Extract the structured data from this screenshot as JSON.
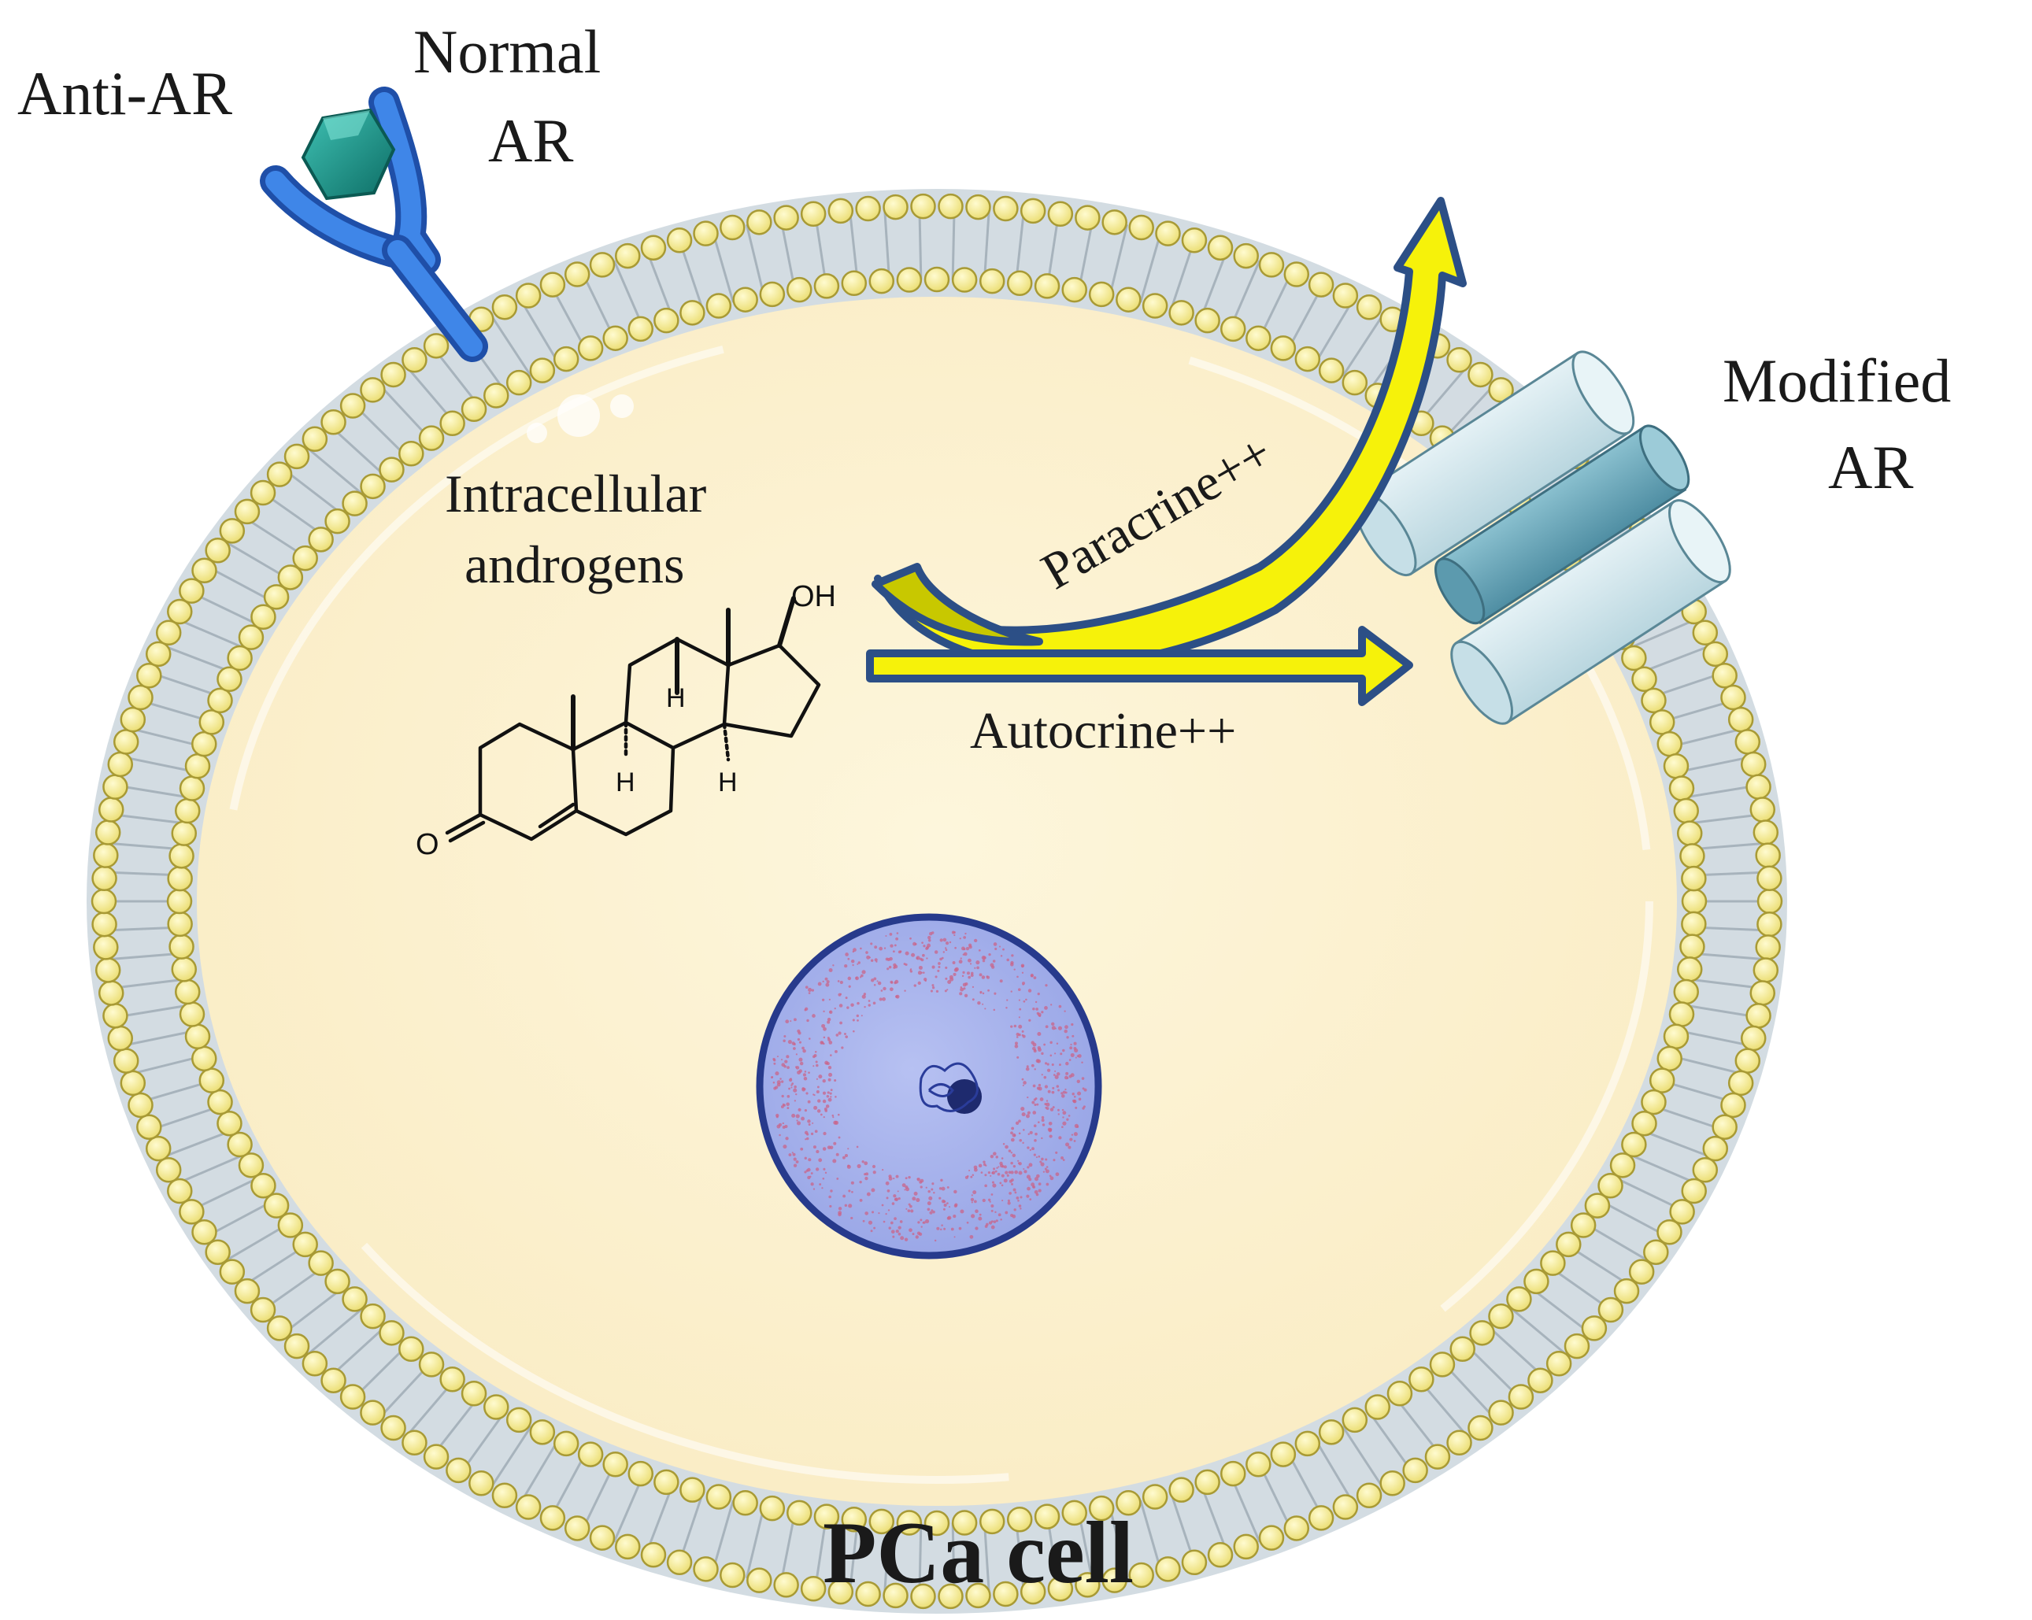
{
  "labels": {
    "anti_ar": "Anti-AR",
    "normal_ar_1": "Normal",
    "normal_ar_2": "AR",
    "modified_ar_1": "Modified",
    "modified_ar_2": "AR",
    "intracellular_1": "Intracellular",
    "intracellular_2": "androgens",
    "paracrine": "Paracrine++",
    "autocrine": "Autocrine++",
    "cell_title": "PCa cell"
  },
  "molecule": {
    "oh": "OH",
    "o": "O",
    "h1": "H",
    "h2": "H",
    "h3": "H"
  },
  "colors": {
    "cytoplasm": "#fdf3d6",
    "membrane_head": "#f7ec8c",
    "membrane_head_stroke": "#a89a35",
    "membrane_tail": "#c9d3da",
    "receptor_blue": "#2f6fd6",
    "anti_ar_teal": "#15897f",
    "arrow_yellow": "#f6f20a",
    "arrow_outline": "#2c4f86",
    "nucleus_fill": "#a8b4ee",
    "nucleus_stroke": "#273a8c",
    "cylinder_light": "#cde3ea",
    "cylinder_dark": "#6fa6b8"
  }
}
